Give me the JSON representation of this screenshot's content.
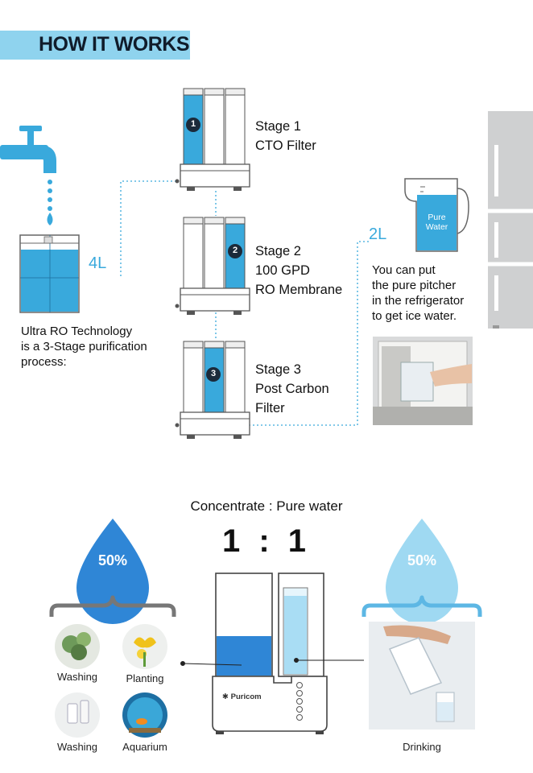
{
  "header": {
    "title": "HOW IT WORKS"
  },
  "stages": [
    {
      "lines": [
        "Stage 1",
        "CTO Filter"
      ]
    },
    {
      "lines": [
        "Stage 2",
        "100 GPD",
        "RO Membrane"
      ]
    },
    {
      "lines": [
        "Stage 3",
        "Post Carbon",
        "Filter"
      ]
    }
  ],
  "stage_numbers": [
    "1",
    "2",
    "3"
  ],
  "tank": {
    "volume": "4L"
  },
  "technology": {
    "lines": [
      "Ultra RO Technology",
      "is a 3-Stage purification",
      "process:"
    ]
  },
  "pitcher": {
    "volume": "2L",
    "label_lines": [
      "Pure",
      "Water"
    ],
    "note_lines": [
      "You can put",
      "the pure pitcher",
      "in the refrigerator",
      "to get ice water."
    ]
  },
  "ratio": {
    "title": "Concentrate : Pure water",
    "value": "1 : 1"
  },
  "concentrate": {
    "percent": "50%",
    "uses": [
      "Washing",
      "Planting",
      "Washing",
      "Aquarium"
    ]
  },
  "pure": {
    "percent": "50%",
    "use": "Drinking"
  },
  "machine": {
    "brand": "Puricom"
  },
  "colors": {
    "accent": "#39a9dc",
    "banner": "#8fd3ee",
    "drop_dark": "#2f86d6",
    "drop_light": "#9fd9f2",
    "water": "#3a9ee0"
  },
  "icons": [
    "faucet-icon",
    "water-drop-icon",
    "fridge-icon",
    "curly-brace-icon"
  ]
}
